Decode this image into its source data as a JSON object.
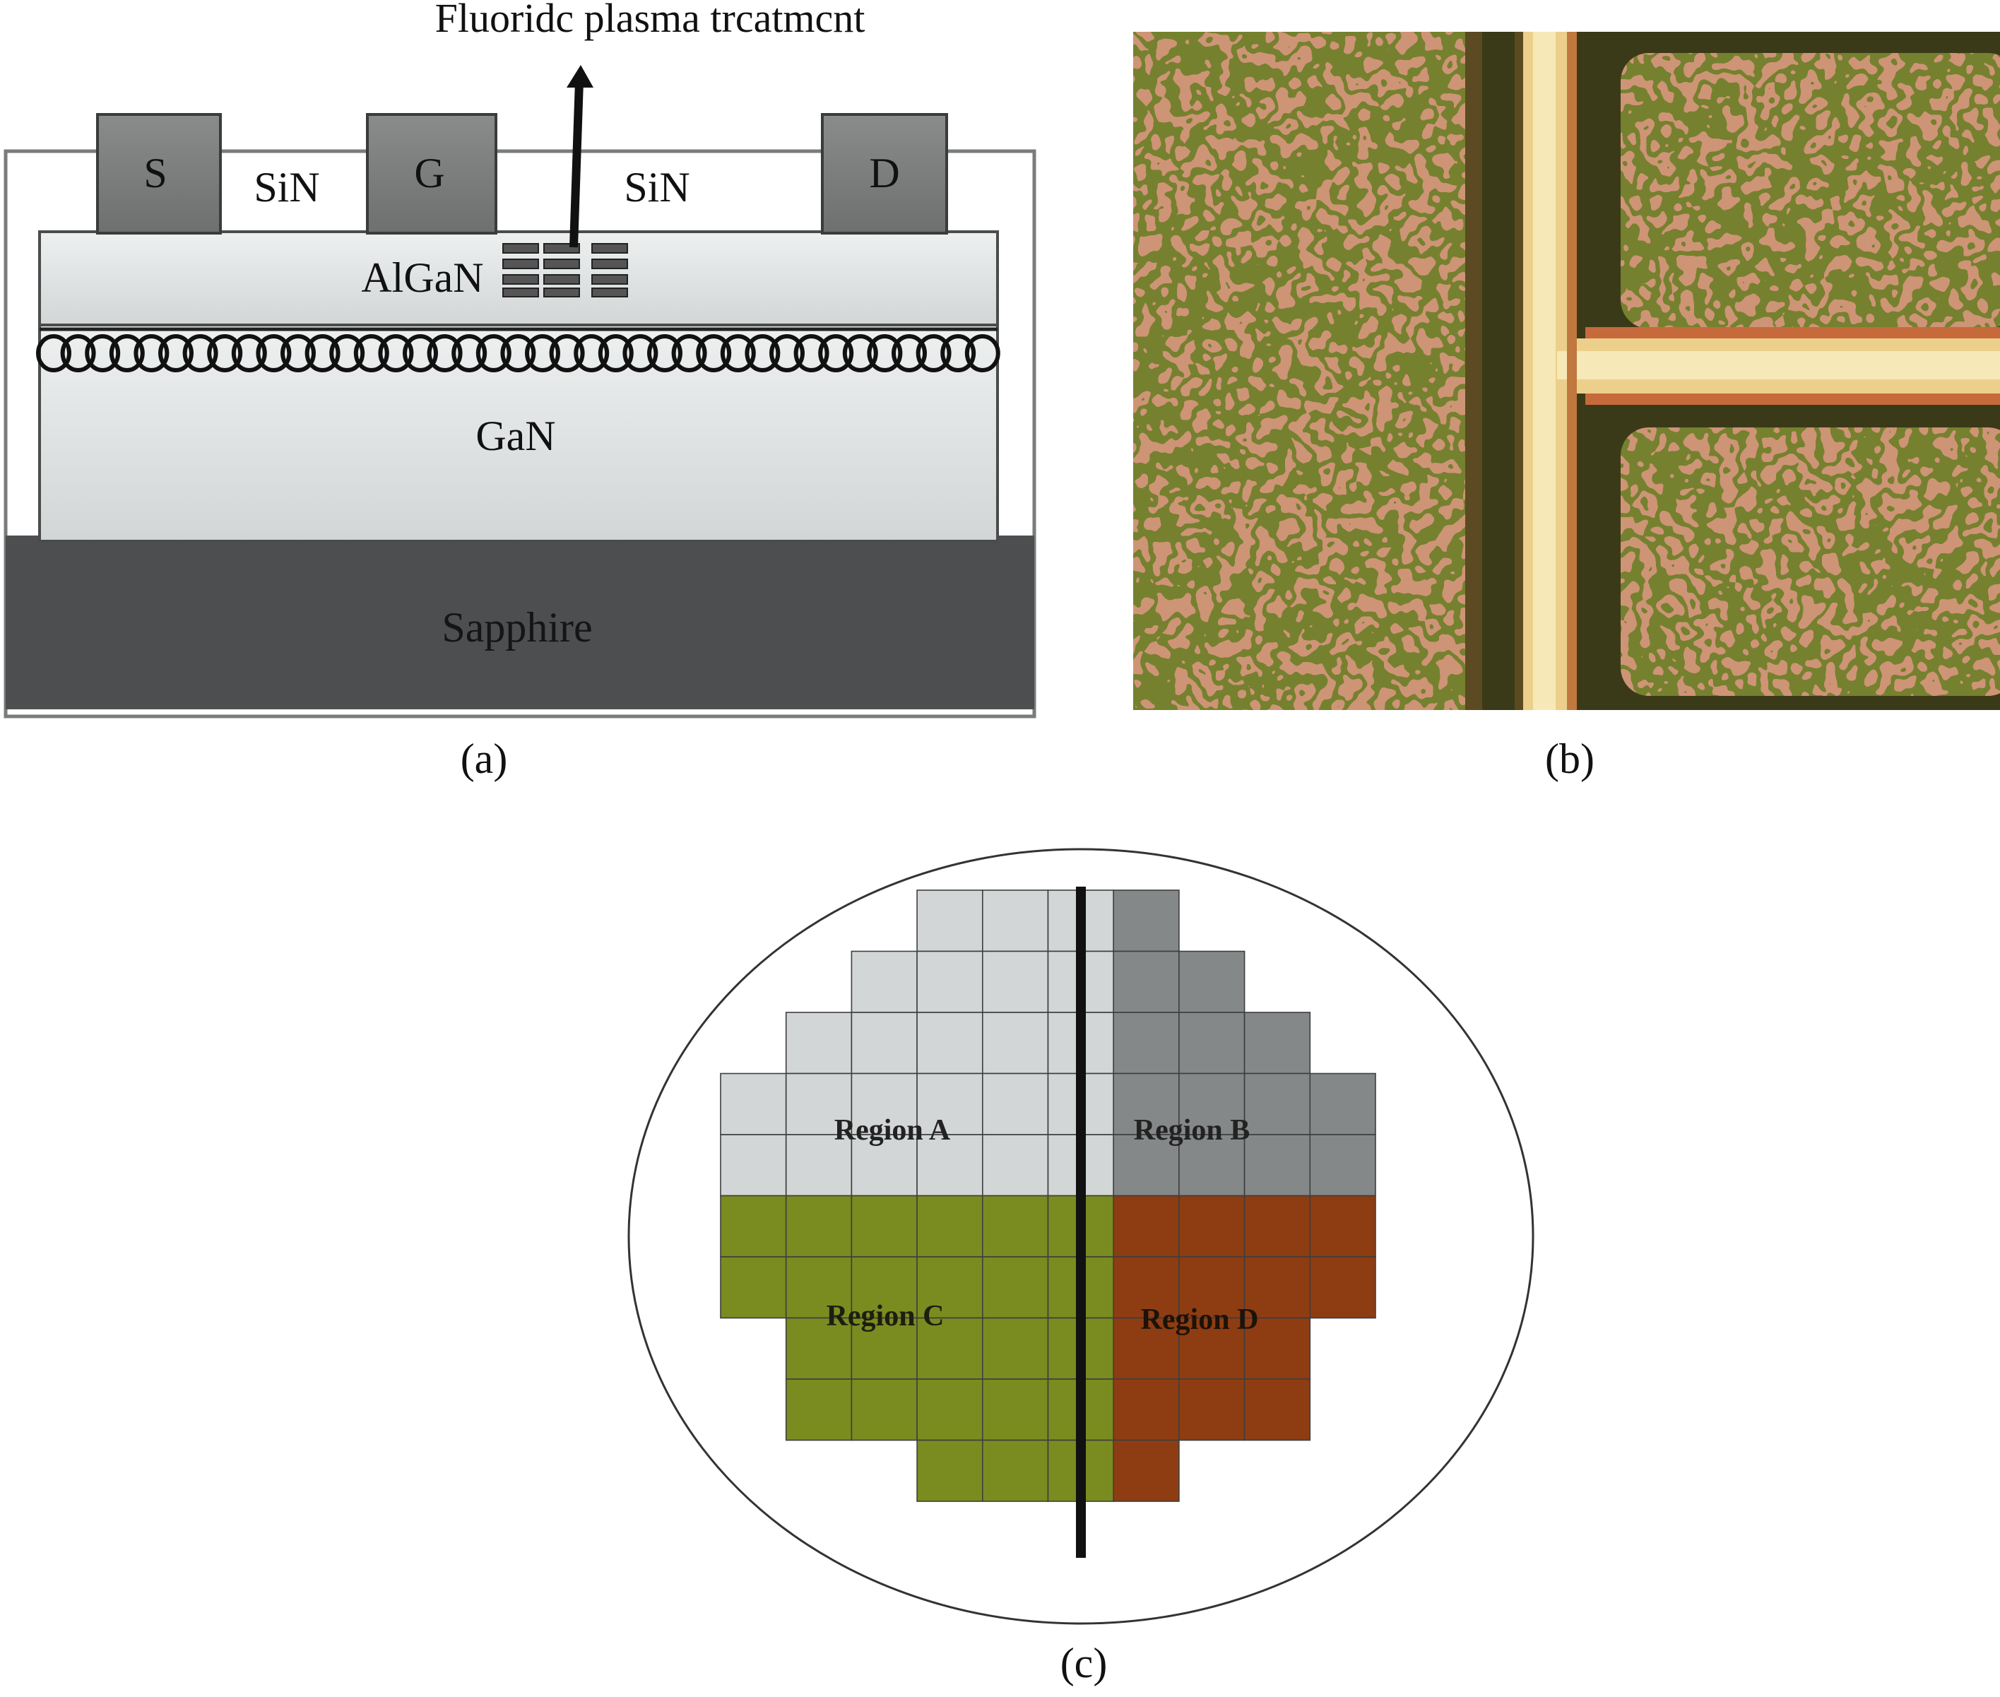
{
  "panel_a": {
    "title": "Fluoridc plasma trcatmcnt",
    "source_label": "S",
    "gate_label": "G",
    "drain_label": "D",
    "sin_left_label": "SiN",
    "sin_right_label": "SiN",
    "algan_label": "AlGaN",
    "gan_label": "GaN",
    "substrate_label": "Sapphire",
    "caption": "(a)"
  },
  "panel_b": {
    "caption": "(b)"
  },
  "panel_c": {
    "region_a_label": "Region A",
    "region_b_label": "Region B",
    "region_c_label": "Region C",
    "region_d_label": "Region D",
    "caption": "(c)",
    "colors": {
      "region_a": "#d3d6d6",
      "region_b": "#858889",
      "region_c": "#7a8c1f",
      "region_d": "#8e3d12"
    }
  }
}
